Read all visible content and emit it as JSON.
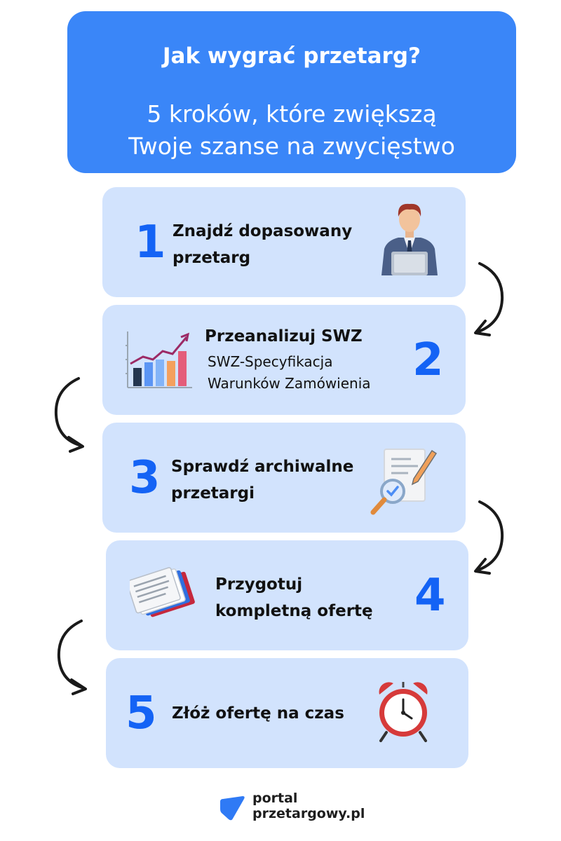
{
  "header": {
    "title": "Jak wygrać przetarg?",
    "subtitle_line1": "5 kroków, które zwiększą",
    "subtitle_line2": "Twoje szanse na zwycięstwo"
  },
  "steps": [
    {
      "number": "1",
      "title_line1": "Znajdź dopasowany",
      "title_line2": "przetarg",
      "icon": "person-laptop-icon"
    },
    {
      "number": "2",
      "title": "Przeanalizuj SWZ",
      "subtitle_line1": "SWZ-Specyfikacja",
      "subtitle_line2": "Warunków Zamówienia",
      "icon": "growth-chart-icon"
    },
    {
      "number": "3",
      "title_line1": "Sprawdź archiwalne",
      "title_line2": "przetargi",
      "icon": "document-magnifier-icon"
    },
    {
      "number": "4",
      "title_line1": "Przygotuj",
      "title_line2": "kompletną ofertę",
      "icon": "documents-stack-icon"
    },
    {
      "number": "5",
      "title": "Złóż ofertę na czas",
      "icon": "alarm-clock-icon"
    }
  ],
  "footer": {
    "logo_line1": "portal",
    "logo_line2": "przetargowy.pl",
    "logo_icon": "portal-logo-icon"
  },
  "colors": {
    "header_bg": "#3a86f8",
    "card_bg": "#d2e3fd",
    "number": "#1463f5",
    "text": "#111111"
  }
}
